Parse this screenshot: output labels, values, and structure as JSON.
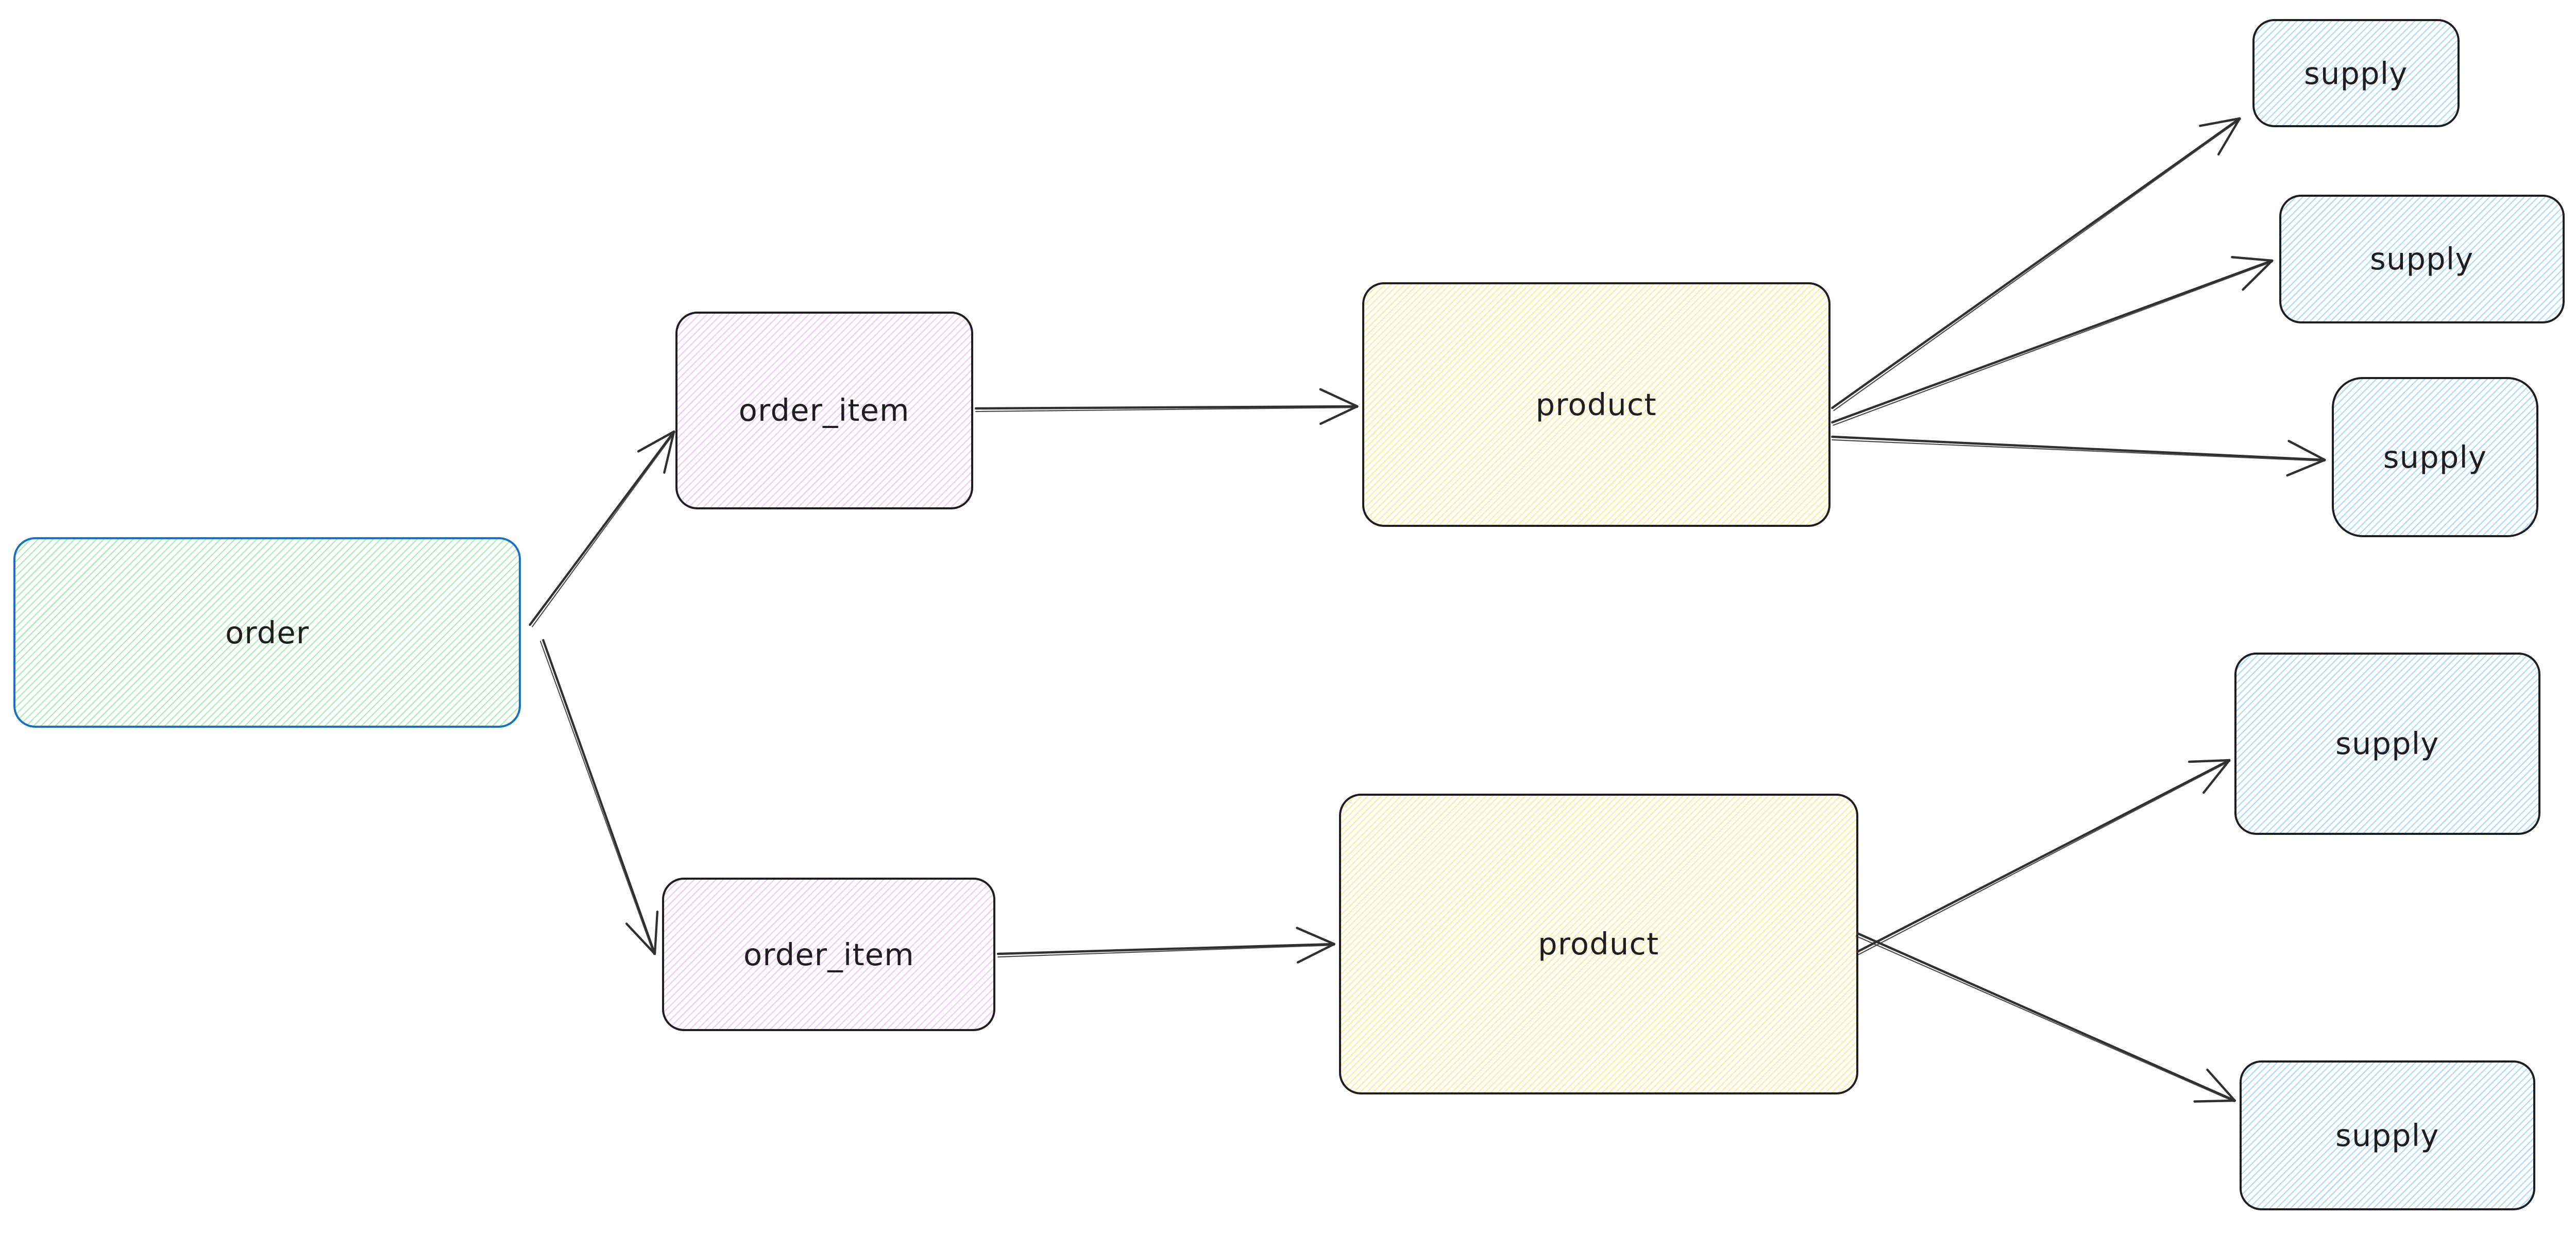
{
  "diagram": {
    "type": "entity-flow-diagram",
    "background": "#ffffff",
    "nodes": [
      {
        "id": "order",
        "label": "order",
        "shape": "rounded-rectangle",
        "hatch_color": "#69db7c",
        "border_color": "#1971c2"
      },
      {
        "id": "order_item_1",
        "label": "order_item",
        "shape": "rounded-rectangle",
        "hatch_color": "#e599f7",
        "border_color": "#1e1e1e"
      },
      {
        "id": "product_1",
        "label": "product",
        "shape": "rounded-rectangle",
        "hatch_color": "#ffd43b",
        "border_color": "#1e1e1e"
      },
      {
        "id": "supply_1",
        "label": "supply",
        "shape": "rounded-rectangle",
        "hatch_color": "#4dabf7",
        "border_color": "#1e1e1e"
      },
      {
        "id": "supply_2",
        "label": "supply",
        "shape": "rounded-rectangle",
        "hatch_color": "#4dabf7",
        "border_color": "#1e1e1e"
      },
      {
        "id": "supply_3",
        "label": "supply",
        "shape": "rounded-rectangle",
        "hatch_color": "#4dabf7",
        "border_color": "#1e1e1e"
      },
      {
        "id": "order_item_2",
        "label": "order_item",
        "shape": "rounded-rectangle",
        "hatch_color": "#e599f7",
        "border_color": "#1e1e1e"
      },
      {
        "id": "product_2",
        "label": "product",
        "shape": "rounded-rectangle",
        "hatch_color": "#ffd43b",
        "border_color": "#1e1e1e"
      },
      {
        "id": "supply_4",
        "label": "supply",
        "shape": "rounded-rectangle",
        "hatch_color": "#4dabf7",
        "border_color": "#1e1e1e"
      },
      {
        "id": "supply_5",
        "label": "supply",
        "shape": "rounded-rectangle",
        "hatch_color": "#4dabf7",
        "border_color": "#1e1e1e"
      }
    ],
    "edges": [
      {
        "from": "order",
        "to": "order_item_1"
      },
      {
        "from": "order",
        "to": "order_item_2"
      },
      {
        "from": "order_item_1",
        "to": "product_1"
      },
      {
        "from": "order_item_2",
        "to": "product_2"
      },
      {
        "from": "product_1",
        "to": "supply_1"
      },
      {
        "from": "product_1",
        "to": "supply_2"
      },
      {
        "from": "product_1",
        "to": "supply_3"
      },
      {
        "from": "product_2",
        "to": "supply_4"
      },
      {
        "from": "product_2",
        "to": "supply_5"
      }
    ],
    "colors": {
      "arrow": "#303030",
      "text": "#1e1e1e",
      "order_border": "#1971c2",
      "default_border": "#1e1e1e",
      "hatch_green": "#69db7c",
      "hatch_pink": "#e599f7",
      "hatch_yellow": "#ffd43b",
      "hatch_blue": "#4dabf7"
    }
  }
}
